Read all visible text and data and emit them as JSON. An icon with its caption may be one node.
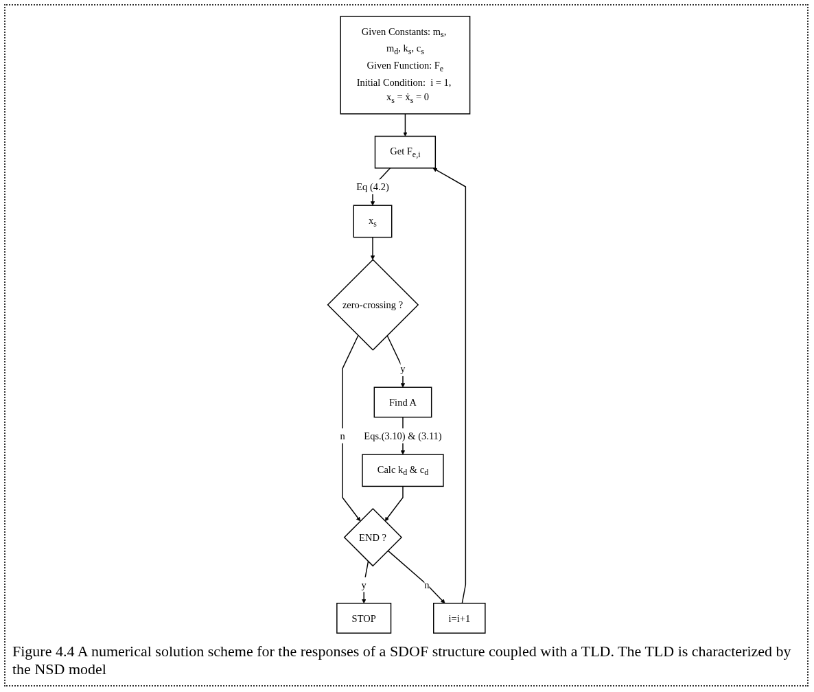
{
  "diagram": {
    "caption": "Figure 4.4  A numerical solution scheme for the responses of a SDOF structure coupled with a TLD.  The TLD is characterized by the NSD model",
    "nodes": [
      {
        "text": [
          "Given Constants: m$_{s}$, m$_{d}$, k$_{s}$, c$_{s}$",
          "Given Function: F$_{e}$",
          "Initial Condition:  i = 1,   x$_{s}$ = ẋ$_{s}$ = 0"
        ]
      },
      {
        "text": [
          "Get F$_{e,i}$"
        ]
      },
      {
        "text": [
          "x$_{s}$"
        ]
      },
      {
        "text": [
          "zero-crossing ?"
        ]
      },
      {
        "text": [
          "Find A"
        ]
      },
      {
        "text": [
          "Calc k$_{d}$ & c$_{d}$"
        ]
      },
      {
        "text": [
          "END ?"
        ]
      },
      {
        "text": [
          "STOP"
        ]
      },
      {
        "text": [
          "i=i+1"
        ]
      }
    ],
    "edges": [
      {
        "from": 0,
        "to": 1,
        "arrow": "to"
      },
      {
        "from": 1,
        "to": 2,
        "arrow": "to",
        "label": "Eq (4.2)"
      },
      {
        "from": 2,
        "to": 3,
        "arrow": "to"
      },
      {
        "from": 3,
        "to": 6,
        "arrow": "to",
        "label": "n"
      },
      {
        "from": 3,
        "to": 4,
        "arrow": "to",
        "label": "y"
      },
      {
        "from": 4,
        "to": 5,
        "arrow": "to",
        "label": "Eqs.(3.10) & (3.11)"
      },
      {
        "from": 5,
        "to": 6,
        "arrow": "to"
      },
      {
        "from": 6,
        "to": 7,
        "arrow": "to",
        "label": "y"
      },
      {
        "from": 6,
        "to": 8,
        "arrow": "to",
        "label": "n"
      },
      {
        "from": 8,
        "to": 1,
        "arrow": "to"
      }
    ]
  }
}
